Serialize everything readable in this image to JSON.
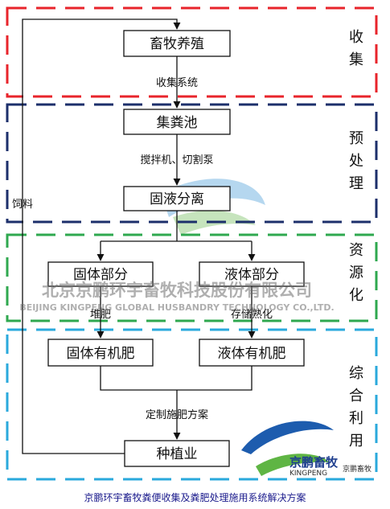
{
  "nodes": {
    "livestock": "畜牧养殖",
    "manure_pool": "集粪池",
    "separation": "固液分离",
    "solid_part": "固体部分",
    "liquid_part": "液体部分",
    "solid_fertilizer": "固体有机肥",
    "liquid_fertilizer": "液体有机肥",
    "planting": "种植业"
  },
  "edge_labels": {
    "collection_system": "收集系统",
    "mixer_pump": "搅拌机、切割泵",
    "composting": "堆肥",
    "storage_maturation": "存储熟化",
    "custom_fertilization": "定制施肥方案",
    "feed": "饲料"
  },
  "zones": {
    "collect": [
      "收",
      "集"
    ],
    "pretreat": [
      "预",
      "处",
      "理"
    ],
    "resource": [
      "资",
      "源",
      "化"
    ],
    "utilize": [
      "综",
      "合",
      "利",
      "用"
    ]
  },
  "colors": {
    "collect": "#e8242b",
    "pretreat": "#1c2f6b",
    "resource": "#2fa84f",
    "utilize": "#2aa9dc"
  },
  "watermark": {
    "company_cn": "北京京鹏环宇畜牧科技股份有限公司",
    "company_en": "BEIJING KINGPENG GLOBAL HUSBANDRY TECHNOLOGY CO.,LTD."
  },
  "logo": {
    "brand": "京鹏畜牧",
    "brand_en": "KINGPENG",
    "source": "京鹏畜牧"
  },
  "caption": "京鹏环宇畜牧粪便收集及粪肥处理施用系统解决方案"
}
